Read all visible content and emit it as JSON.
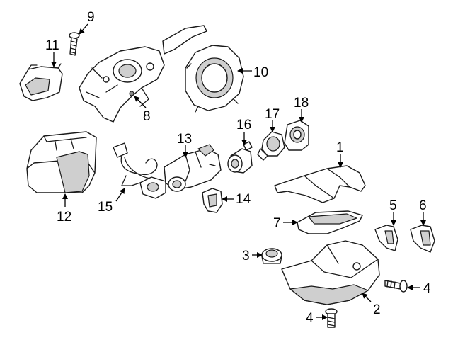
{
  "diagram": {
    "callouts": [
      {
        "id": "c1",
        "text": "1"
      },
      {
        "id": "c2",
        "text": "2"
      },
      {
        "id": "c3",
        "text": "3"
      },
      {
        "id": "c4a",
        "text": "4"
      },
      {
        "id": "c4b",
        "text": "4"
      },
      {
        "id": "c5",
        "text": "5"
      },
      {
        "id": "c6",
        "text": "6"
      },
      {
        "id": "c7",
        "text": "7"
      },
      {
        "id": "c8",
        "text": "8"
      },
      {
        "id": "c9",
        "text": "9"
      },
      {
        "id": "c10",
        "text": "10"
      },
      {
        "id": "c11",
        "text": "11"
      },
      {
        "id": "c12",
        "text": "12"
      },
      {
        "id": "c13",
        "text": "13"
      },
      {
        "id": "c14",
        "text": "14"
      },
      {
        "id": "c15",
        "text": "15"
      },
      {
        "id": "c16",
        "text": "16"
      },
      {
        "id": "c17",
        "text": "17"
      },
      {
        "id": "c18",
        "text": "18"
      }
    ]
  }
}
